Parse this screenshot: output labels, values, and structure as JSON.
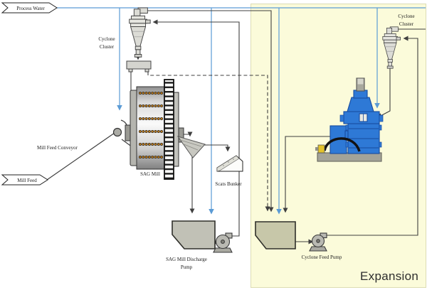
{
  "title": "Grinding circuit flowsheet with expansion",
  "streams": {
    "process_water": "Process Water",
    "mill_feed": "Mill Feed"
  },
  "equipment": {
    "mill_feed_conveyor": "Mill Feed Conveyor",
    "cyclone_cluster_main": "Cyclone\nCluster",
    "cyclone_cluster_expansion": "Cyclone\nCluster",
    "sag_mill": "SAG Mill",
    "scats_bunker": "Scats Bunker",
    "sag_mill_discharge_pump": "SAG Mill Discharge\nPump",
    "cyclone_feed_pump": "Cyclone Feed Pump"
  },
  "regions": {
    "expansion": "Expansion"
  },
  "colors": {
    "process_water_line": "#5b9bd5",
    "slurry_line": "#3f3f3f",
    "future_line_dashed": "#3f3f3f",
    "expansion_background": "#fbfbda",
    "expansion_border": "#dcdcb4",
    "tower_mill_blue": "#2e79d6",
    "mill_bolts_gold": "#b8791e",
    "equipment_gray": "#c1c1b6",
    "expansion_hopper": "#c7c7a9",
    "valve_yellow": "#e3c32b"
  }
}
